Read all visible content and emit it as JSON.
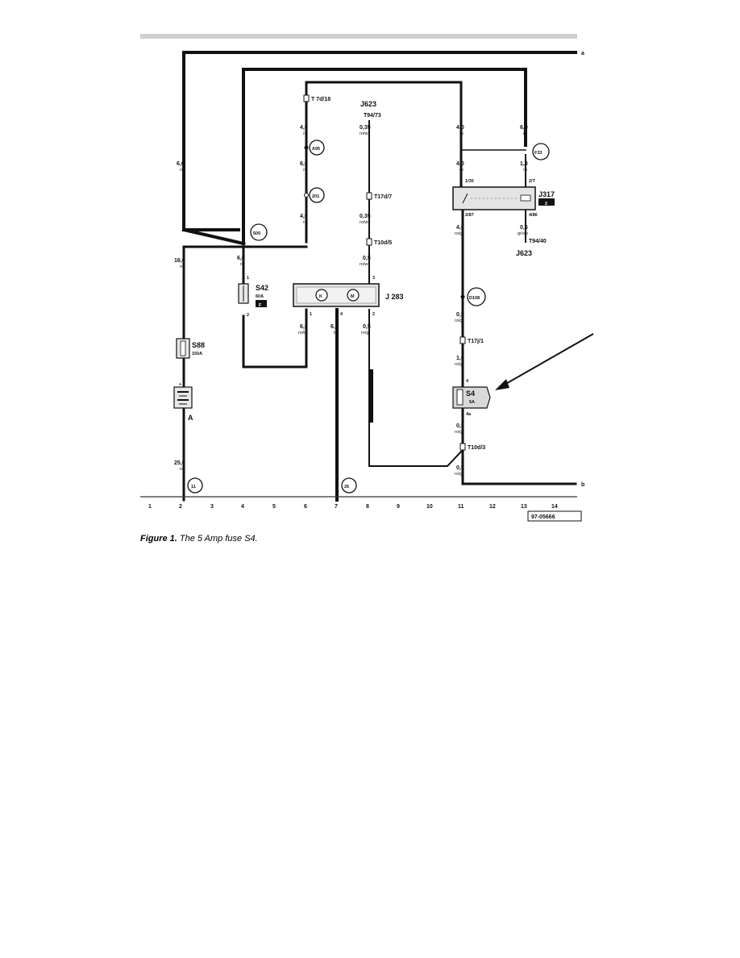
{
  "caption": {
    "figure": "Figure 1.",
    "text": "The 5 Amp fuse S4."
  },
  "diagram": {
    "edge_labels": [
      "a",
      "b"
    ],
    "reference_id": "97-05666",
    "grid_numbers": [
      "1",
      "2",
      "3",
      "4",
      "5",
      "6",
      "7",
      "8",
      "9",
      "10",
      "11",
      "12",
      "13",
      "14"
    ],
    "circled_nodes": [
      "500",
      "11",
      "26",
      "A95",
      "201",
      "F33",
      "D108"
    ],
    "connectors": [
      "T 7d/18",
      "T94/73",
      "T17d/7",
      "T10d/5",
      "T17j/1",
      "T10d/3",
      "T94/40"
    ],
    "components": {
      "j623_top": "J623",
      "j623_bottom": "J623",
      "s42_name": "S42",
      "s42_rating": "60A",
      "s42_badge": "F",
      "s88_name": "S88",
      "s88_rating": "150A",
      "j283_name": "J 283",
      "j283_k": "K",
      "j283_m": "M",
      "j317_name": "J317",
      "j317_badge": "2",
      "s4_name": "S4",
      "s4_rating": "5A",
      "battery_name": "A",
      "battery_plus": "+"
    },
    "wires": {
      "w_col2_6": {
        "size": "6,0",
        "color": "ro"
      },
      "w_col2_16": {
        "size": "16,0",
        "color": "ro"
      },
      "w_col2_25": {
        "size": "25,0",
        "color": "ro"
      },
      "w_col4_6": {
        "size": "6,0",
        "color": "ro"
      },
      "w_col5_4a": {
        "size": "4,0",
        "color": "ro"
      },
      "w_col5_6": {
        "size": "6,0",
        "color": "ro"
      },
      "w_col5_4b": {
        "size": "4,0",
        "color": "ro"
      },
      "w_col8_035a": {
        "size": "0,35",
        "color": "ro/ws"
      },
      "w_col8_035b": {
        "size": "0,35",
        "color": "ro/ws"
      },
      "w_col8_05": {
        "size": "0,5",
        "color": "ro/ws"
      },
      "w_j283_1": {
        "size": "6,0",
        "color": "ro/bl"
      },
      "w_j283_4": {
        "size": "6,0",
        "color": "br"
      },
      "w_j283_2": {
        "size": "0,5",
        "color": "ro/gr"
      },
      "w_col11_4a": {
        "size": "4,0",
        "color": "ro"
      },
      "w_col11_4b": {
        "size": "4,0",
        "color": "ro"
      },
      "w_col11_4c": {
        "size": "4,0",
        "color": "ro/gr"
      },
      "w_col11_05a": {
        "size": "0,5",
        "color": "ro/gr"
      },
      "w_col11_1": {
        "size": "1,0",
        "color": "ro/gr"
      },
      "w_col11_05b": {
        "size": "0,5",
        "color": "ro/gr"
      },
      "w_col11_05c": {
        "size": "0,5",
        "color": "ro/gr"
      },
      "w_col13_6": {
        "size": "6,0",
        "color": "ro"
      },
      "w_col13_1": {
        "size": "1,0",
        "color": "ro"
      },
      "w_col13_05": {
        "size": "0,5",
        "color": "gr/sw"
      }
    },
    "pins": {
      "j317_1": "1/30",
      "j317_2": "2/T",
      "j317_3": "2/87",
      "j317_4": "4/86",
      "s42_1": "1",
      "s42_2": "2",
      "j283_3": "3",
      "j283_1": "1",
      "j283_4": "4",
      "j283_2": "2",
      "s4_4": "4",
      "s4_4a": "4a"
    }
  }
}
